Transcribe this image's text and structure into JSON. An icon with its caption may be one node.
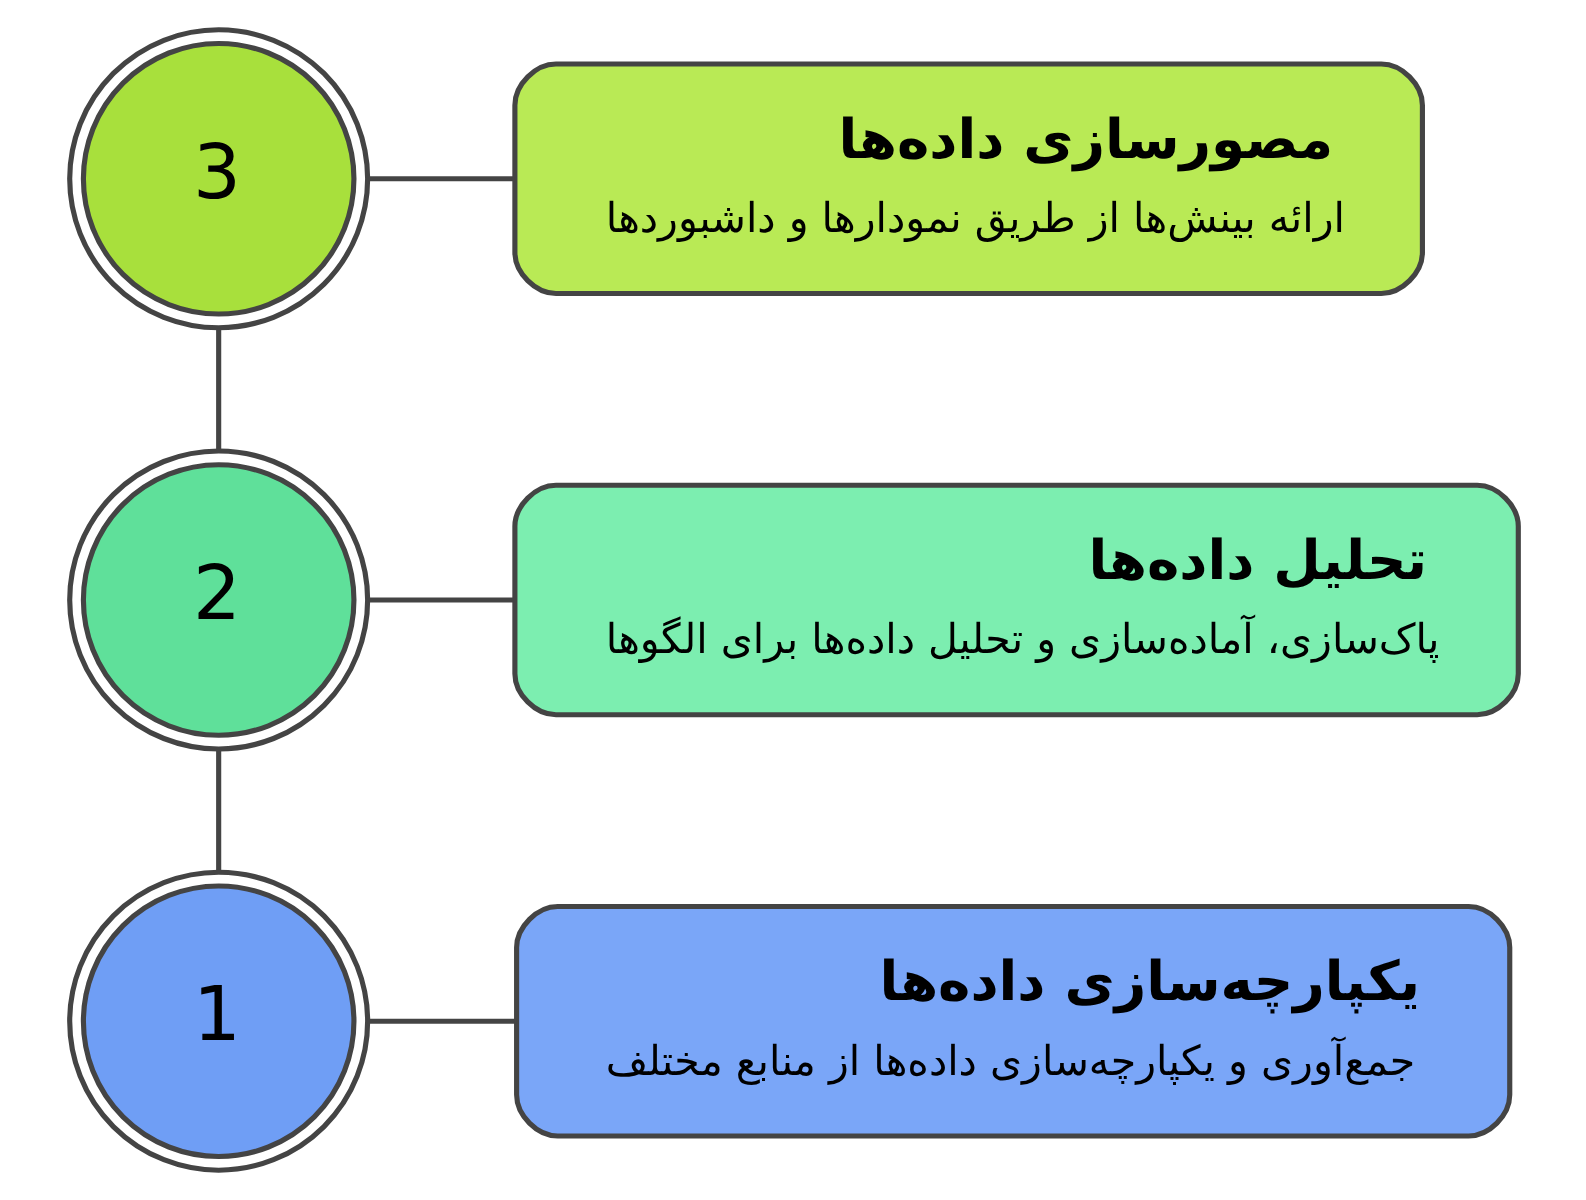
{
  "diagram": {
    "nodes": [
      {
        "text": [
          "1"
        ]
      },
      {
        "text": [
          "یکپارچه‌سازی داده‌ها",
          "جمع‌آوری و یکپارچه‌سازی داده‌ها از منابع مختلف"
        ]
      },
      {
        "text": [
          "2"
        ]
      },
      {
        "text": [
          "تحلیل داده‌ها",
          "پاک‌سازی، آماده‌سازی و تحلیل داده‌ها برای الگوها"
        ]
      },
      {
        "text": [
          "3"
        ]
      },
      {
        "text": [
          "مصورسازی داده‌ها",
          "ارائه بینش‌ها از طریق نمودارها و داشبوردها"
        ]
      }
    ],
    "edges": [
      {
        "from": 0,
        "to": 1,
        "arrow": "none"
      },
      {
        "from": 0,
        "to": 2,
        "arrow": "none"
      },
      {
        "from": 2,
        "to": 3,
        "arrow": "none"
      },
      {
        "from": 2,
        "to": 4,
        "arrow": "none"
      },
      {
        "from": 4,
        "to": 5,
        "arrow": "none"
      }
    ]
  }
}
